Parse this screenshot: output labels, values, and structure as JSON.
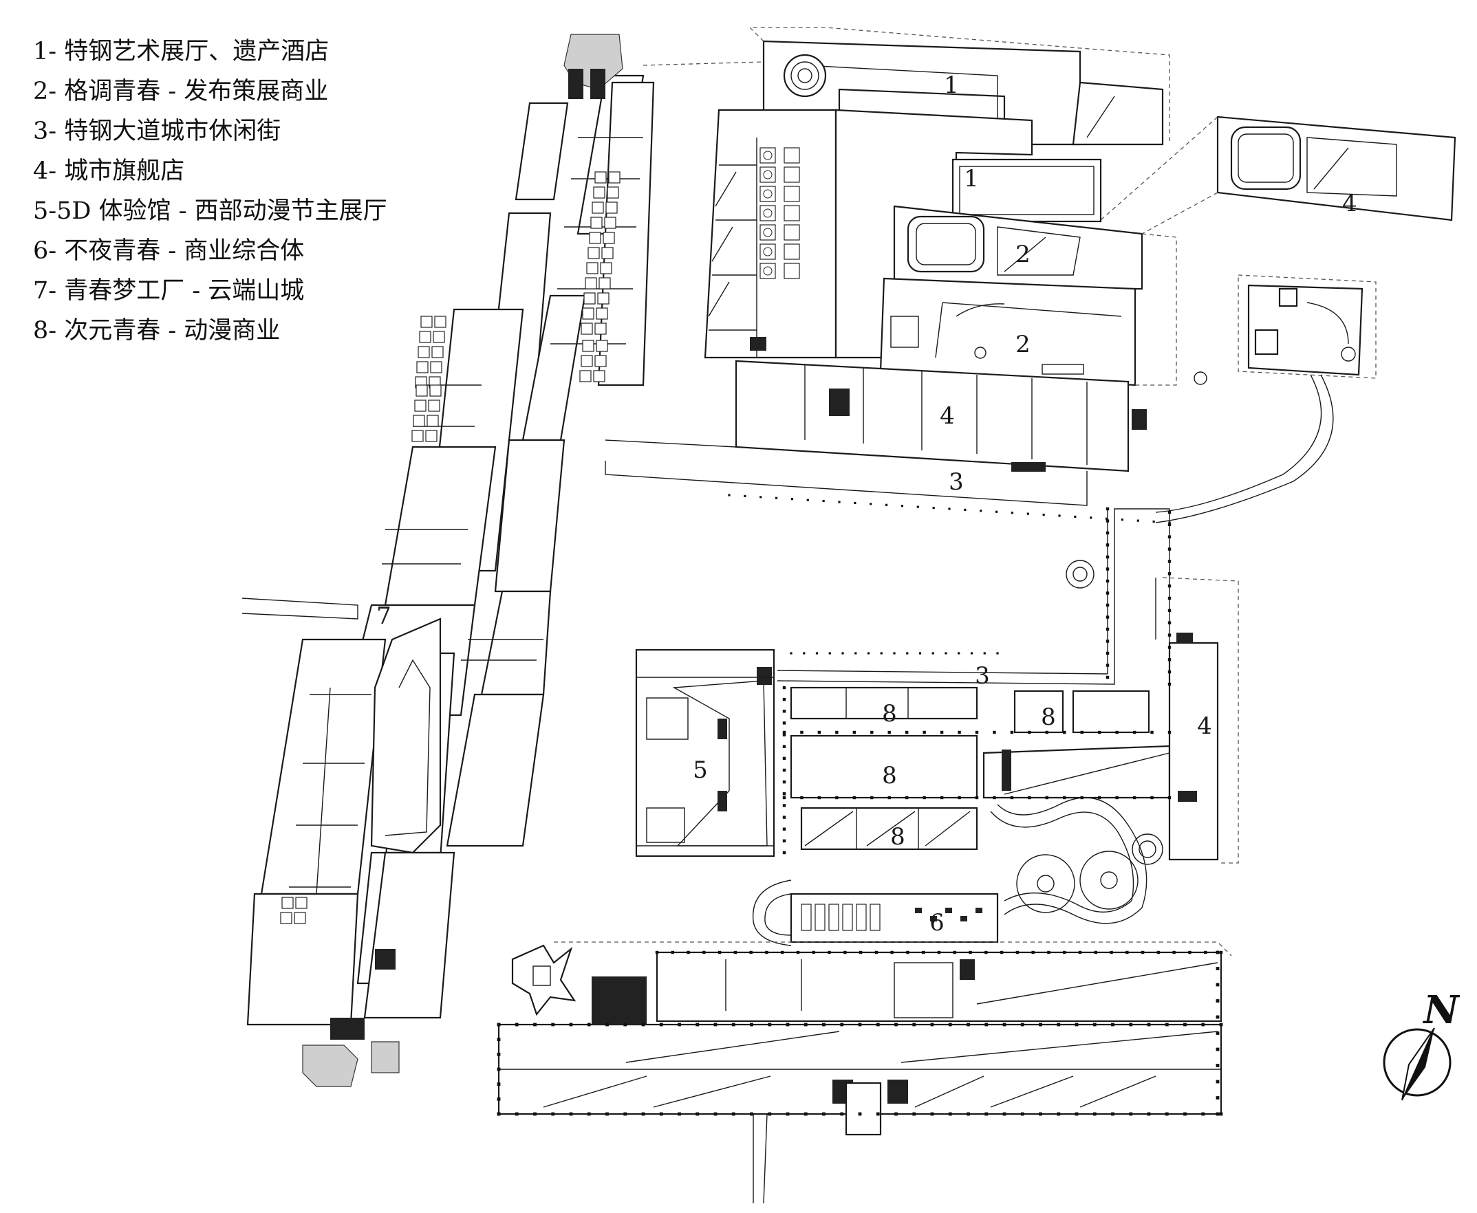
{
  "legend": [
    "1- 特钢艺术展厅、遗产酒店",
    "2- 格调青春 - 发布策展商业",
    "3- 特钢大道城市休闲街",
    "4- 城市旗舰店",
    "5-5D 体验馆 - 西部动漫节主展厅",
    "6- 不夜青春 - 商业综合体",
    "7- 青春梦工厂 - 云端山城",
    "8- 次元青春 - 动漫商业"
  ],
  "zone_labels": {
    "z1a": "1",
    "z1b": "1",
    "z2a": "2",
    "z2b": "2",
    "z3a": "3",
    "z3b": "3",
    "z4a": "4",
    "z4b": "4",
    "z4c": "4",
    "z5": "5",
    "z6": "6",
    "z7": "7",
    "z8a": "8",
    "z8b": "8",
    "z8c": "8",
    "z8d": "8"
  },
  "north_arrow": {
    "letter": "N"
  },
  "colors": {
    "line": "#1a1a1a",
    "background": "#ffffff"
  }
}
